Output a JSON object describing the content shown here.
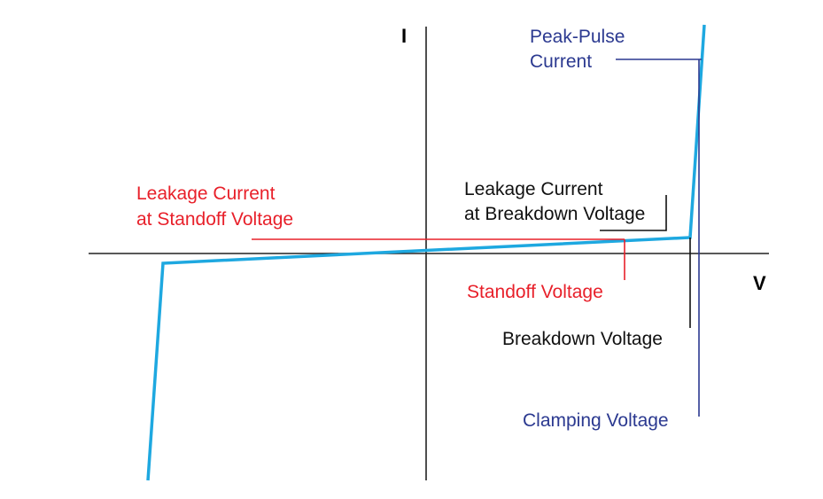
{
  "axes": {
    "y_label": "I",
    "x_label": "V"
  },
  "labels": {
    "peak_pulse_current": [
      "Peak-Pulse",
      "Current"
    ],
    "leakage_breakdown": [
      "Leakage Current",
      "at Breakdown Voltage"
    ],
    "leakage_standoff": [
      "Leakage Current",
      "at Standoff Voltage"
    ],
    "standoff_voltage": "Standoff Voltage",
    "breakdown_voltage": "Breakdown Voltage",
    "clamping_voltage": "Clamping Voltage"
  },
  "colors": {
    "curve": "#1ea8e0",
    "axes": "#222222",
    "red": "#e8202a",
    "blue": "#2b3990",
    "black": "#111111"
  }
}
